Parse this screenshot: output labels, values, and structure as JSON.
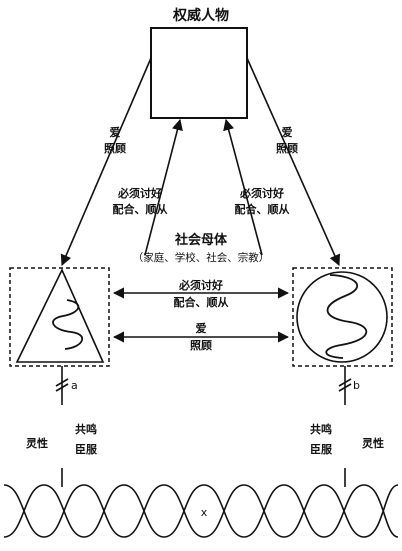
{
  "title": "权威人物",
  "labels": {
    "care_left_1": "爱",
    "care_left_2": "照顾",
    "care_right_1": "爱",
    "care_right_2": "照顾",
    "please_left_1": "必须讨好",
    "please_left_2": "配合、顺从",
    "please_right_1": "必须讨好",
    "please_right_2": "配合、顺从",
    "matrix_title": "社会母体",
    "matrix_sub": "（家庭、学校、社会、宗教）",
    "mid_please_1": "必须讨好",
    "mid_please_2": "配合、顺从",
    "mid_care_1": "爱",
    "mid_care_2": "照顾",
    "mark_a": "a",
    "mark_b": "b",
    "spirit_left": "灵性",
    "resonate_left_1": "共鸣",
    "resonate_left_2": "臣服",
    "resonate_right_1": "共鸣",
    "resonate_right_2": "臣服",
    "spirit_right": "灵性",
    "wave_mark": "x"
  }
}
